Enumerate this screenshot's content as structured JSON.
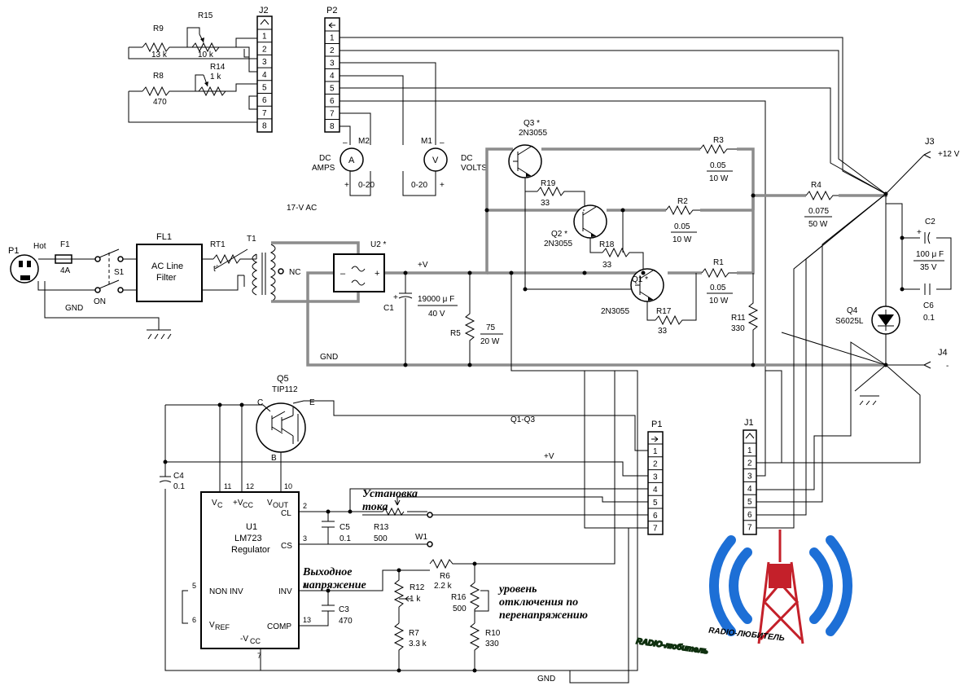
{
  "connectors": {
    "j2": {
      "label": "J2",
      "pins": [
        "1",
        "2",
        "3",
        "4",
        "5",
        "6",
        "7",
        "8"
      ]
    },
    "p2": {
      "label": "P2",
      "pins": [
        "1",
        "2",
        "3",
        "4",
        "5",
        "6",
        "7",
        "8"
      ]
    },
    "p1_ctrl": {
      "label": "P1",
      "pins": [
        "1",
        "2",
        "3",
        "4",
        "5",
        "6",
        "7"
      ]
    },
    "j1": {
      "label": "J1",
      "pins": [
        "1",
        "2",
        "3",
        "4",
        "5",
        "6",
        "7"
      ]
    },
    "j3": {
      "label": "J3",
      "value": "+12 V"
    },
    "j4": {
      "label": "J4",
      "value": "-"
    },
    "p1_plug": {
      "label": "P1",
      "hot": "Hot",
      "gnd": "GND"
    }
  },
  "components": {
    "r9": {
      "label": "R9",
      "value": "13 k"
    },
    "r15": {
      "label": "R15",
      "value": "10 k"
    },
    "r14": {
      "label": "R14",
      "value": "1 k"
    },
    "r8": {
      "label": "R8",
      "value": "470"
    },
    "m2": {
      "label": "M2",
      "type": "DC",
      "type2": "AMPS",
      "symbol": "A",
      "range": "0-20",
      "minus": "–",
      "plus": "+"
    },
    "m1": {
      "label": "M1",
      "type": "DC",
      "type2": "VOLTS",
      "symbol": "V",
      "range": "0-20",
      "minus": "–",
      "plus": "+"
    },
    "ac17": "17-V AC",
    "f1": {
      "label": "F1",
      "value": "4A"
    },
    "s1": {
      "label": "S1",
      "state": "ON"
    },
    "fl1": {
      "label": "FL1",
      "line1": "AC Line",
      "line2": "Filter"
    },
    "rt1": {
      "label": "RT1",
      "value": "t°"
    },
    "t1": {
      "label": "T1",
      "nc": "NC"
    },
    "u2": {
      "label": "U2 *",
      "minus": "–",
      "plus": "+"
    },
    "vplus": "+V",
    "c1": {
      "label": "C1",
      "value1": "19000 μ F",
      "value2": "40 V"
    },
    "r5": {
      "label": "R5",
      "value1": "75",
      "value2": "20 W"
    },
    "gnd_bus": "GND",
    "q3": {
      "label": "Q3 *",
      "part": "2N3055"
    },
    "q2": {
      "label": "Q2 *",
      "part": "2N3055"
    },
    "q1": {
      "label": "Q1 *",
      "part": "2N3055"
    },
    "r19": {
      "label": "R19",
      "value": "33"
    },
    "r18": {
      "label": "R18",
      "value": "33"
    },
    "r17": {
      "label": "R17",
      "value": "33"
    },
    "r3": {
      "label": "R3",
      "value1": "0.05",
      "value2": "10 W"
    },
    "r2": {
      "label": "R2",
      "value1": "0.05",
      "value2": "10 W"
    },
    "r1": {
      "label": "R1",
      "value1": "0.05",
      "value2": "10 W"
    },
    "r4": {
      "label": "R4",
      "value1": "0.075",
      "value2": "50 W"
    },
    "r11": {
      "label": "R11",
      "value": "330"
    },
    "c2": {
      "label": "C2",
      "value1": "100 μ F",
      "value2": "35 V"
    },
    "c6": {
      "label": "C6",
      "value": "0.1"
    },
    "q4": {
      "label": "Q4",
      "part": "S6025L"
    },
    "q5": {
      "label": "Q5",
      "part": "TIP112",
      "c": "C",
      "e": "E",
      "b": "B"
    },
    "q1q3": "Q1-Q3",
    "vplus2": "+V",
    "c4": {
      "label": "C4",
      "value": "0.1"
    },
    "u1": {
      "label": "U1",
      "part": "LM723",
      "desc": "Regulator",
      "vc": "V",
      "vc_sub": "C",
      "vcc": "+V",
      "vcc_sub": "CC",
      "vout": "V",
      "vout_sub": "OUT",
      "cl": "CL",
      "cs": "CS",
      "noninv": "NON INV",
      "inv": "INV",
      "vref": "V",
      "vref_sub": "REF",
      "comp": "COMP",
      "mvcc": "-V",
      "mvcc_sub": "CC",
      "pins": {
        "p11": "11",
        "p12": "12",
        "p10": "10",
        "p2": "2",
        "p3": "3",
        "p5": "5",
        "p4": "4",
        "p6": "6",
        "p13": "13",
        "p7": "7"
      }
    },
    "c5": {
      "label": "C5",
      "value": "0.1"
    },
    "r13": {
      "label": "R13",
      "value": "500"
    },
    "w1": {
      "label": "W1"
    },
    "c3": {
      "label": "C3",
      "value": "470"
    },
    "r6": {
      "label": "R6",
      "value": "2.2 k"
    },
    "r12": {
      "label": "R12",
      "value": "1 k"
    },
    "r16": {
      "label": "R16",
      "value": "500"
    },
    "r7": {
      "label": "R7",
      "value": "3.3 k"
    },
    "r10": {
      "label": "R10",
      "value": "330"
    },
    "gnd_bottom": "GND"
  },
  "annotations": {
    "current_set_1": "Установка",
    "current_set_2": "тока",
    "output_voltage_1": "Выходное",
    "output_voltage_2": "напряжение",
    "overvoltage_1": "уровень",
    "overvoltage_2": "отключения по",
    "overvoltage_3": "перенапряжению"
  },
  "watermark": {
    "logo_small": "RADIO-ЛЮБИТЕЛЬ",
    "logo_large": "RADIO-любитель"
  }
}
